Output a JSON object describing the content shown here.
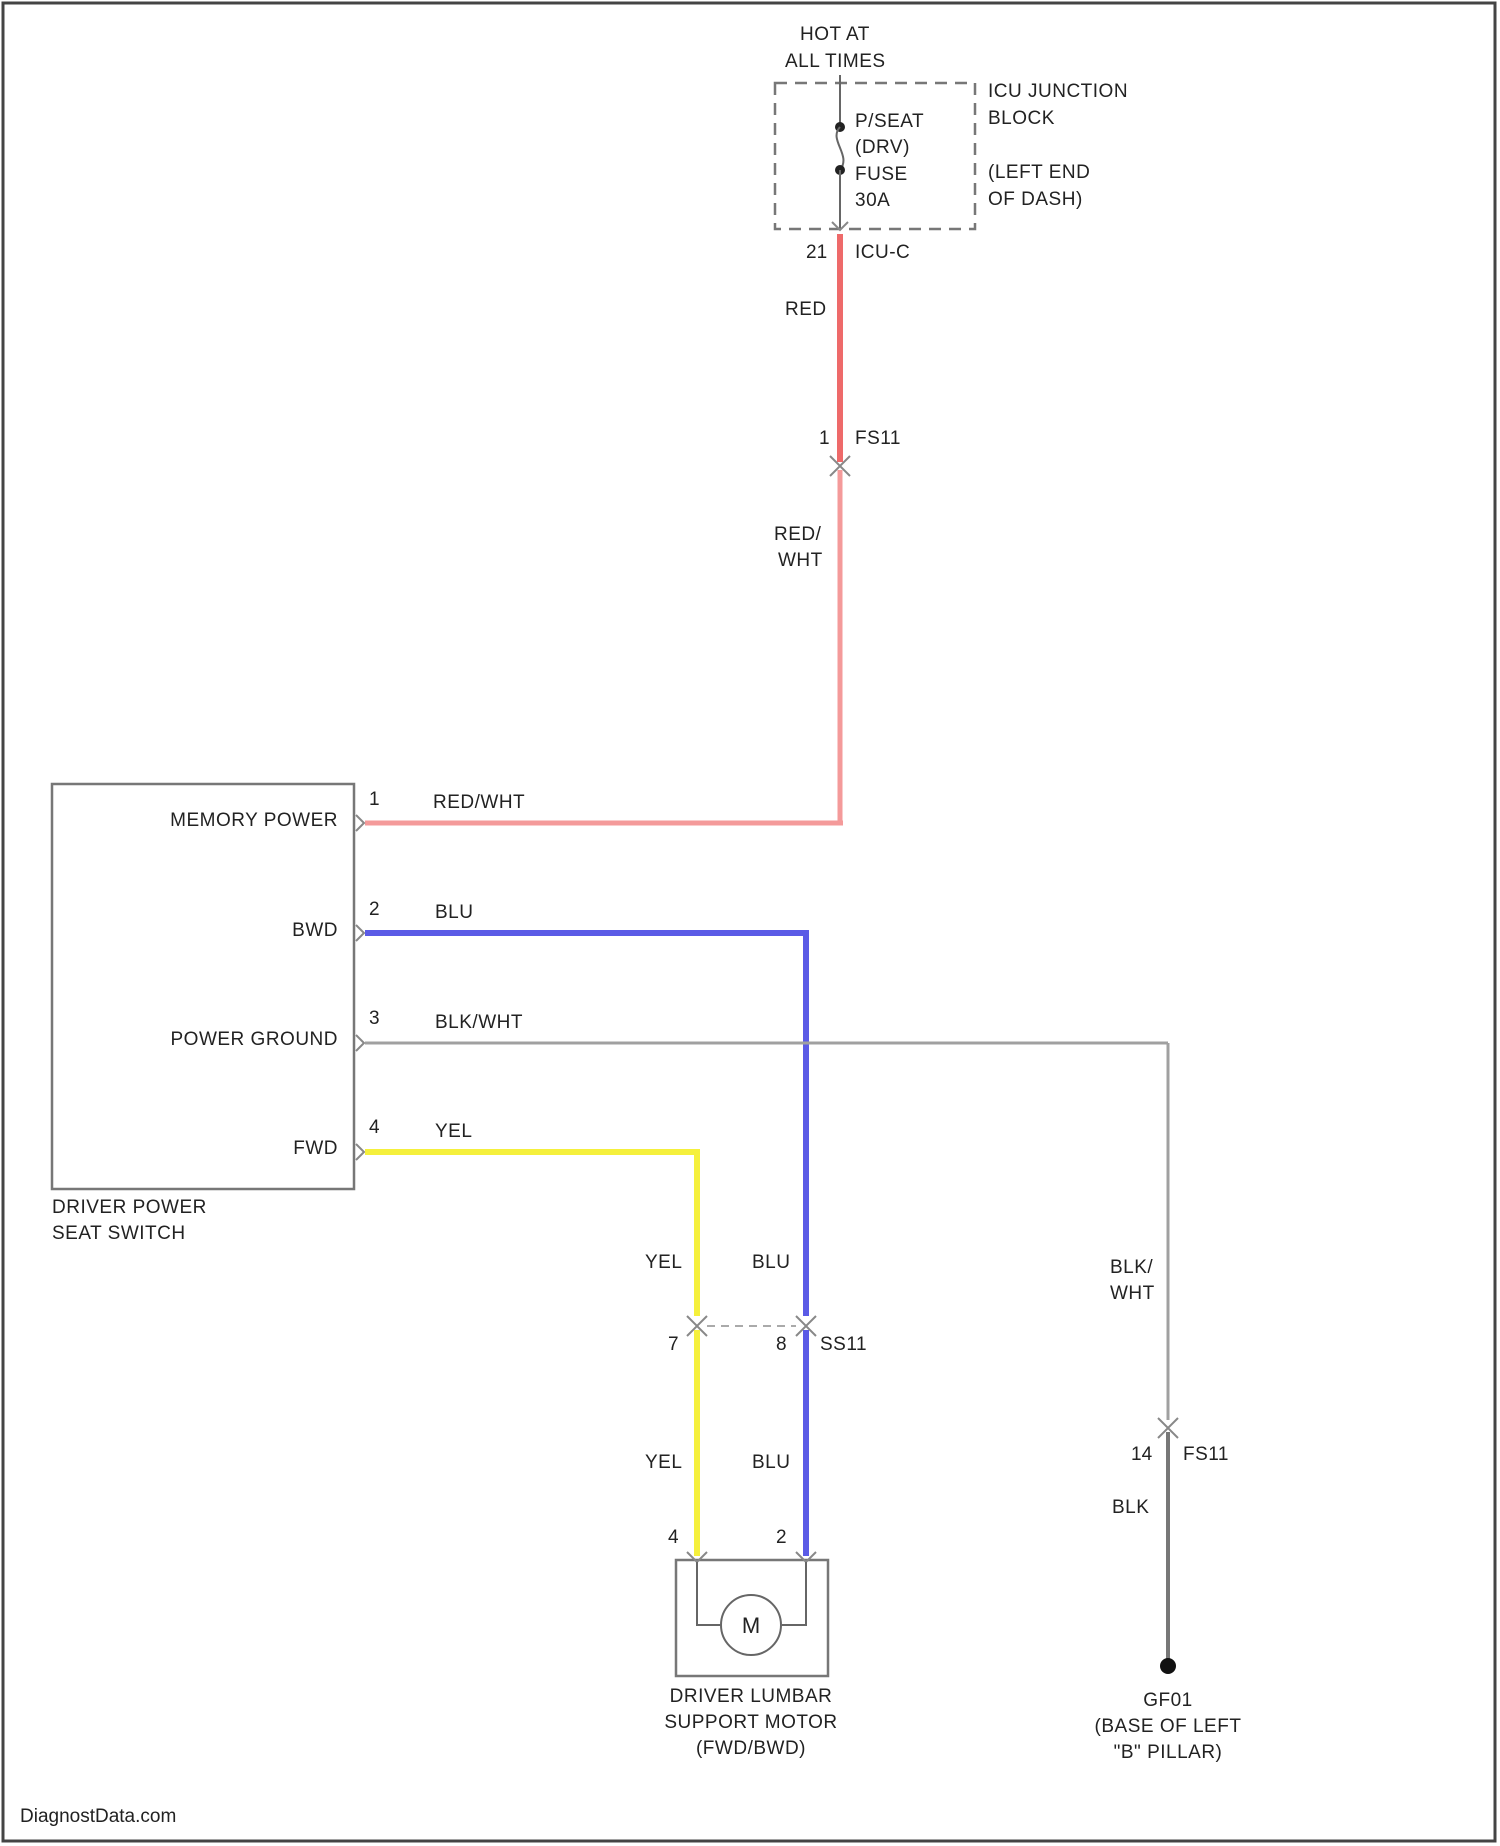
{
  "power_source": {
    "hot_line1": "HOT AT",
    "hot_line2": "ALL TIMES",
    "junction_line1": "ICU JUNCTION",
    "junction_line2": "BLOCK",
    "location_line1": "(LEFT END",
    "location_line2": "OF DASH)",
    "fuse_line1": "P/SEAT",
    "fuse_line2": "(DRV)",
    "fuse_line3": "FUSE",
    "fuse_line4": "30A",
    "output_pin": "21",
    "output_connector": "ICU-C"
  },
  "connectors": {
    "fs11_top_pin": "1",
    "fs11_top_name": "FS11",
    "fs11_bottom_pin": "14",
    "fs11_bottom_name": "FS11",
    "ss11_pin_a": "7",
    "ss11_pin_b": "8",
    "ss11_name": "SS11"
  },
  "wire_labels": {
    "red": "RED",
    "red_wht_1": "RED/",
    "red_wht_2": "WHT",
    "red_wht_inline": "RED/WHT",
    "blu_h": "BLU",
    "blk_wht_inline": "BLK/WHT",
    "yel_h": "YEL",
    "yel_v1": "YEL",
    "blu_v1": "BLU",
    "yel_v2": "YEL",
    "blu_v2": "BLU",
    "blk_wht_1": "BLK/",
    "blk_wht_2": "WHT",
    "blk": "BLK"
  },
  "switch": {
    "name_line1": "DRIVER POWER",
    "name_line2": "SEAT SWITCH",
    "pins": [
      {
        "num": "1",
        "label": "MEMORY POWER"
      },
      {
        "num": "2",
        "label": "BWD"
      },
      {
        "num": "3",
        "label": "POWER GROUND"
      },
      {
        "num": "4",
        "label": "FWD"
      }
    ]
  },
  "motor": {
    "pin_left": "4",
    "pin_right": "2",
    "symbol": "M",
    "name_line1": "DRIVER LUMBAR",
    "name_line2": "SUPPORT MOTOR",
    "name_line3": "(FWD/BWD)"
  },
  "ground": {
    "name": "GF01",
    "loc_line1": "(BASE OF LEFT",
    "loc_line2": "\"B\" PILLAR)"
  },
  "watermark": "DiagnostData.com",
  "colors": {
    "red_wire": "#f27b7b",
    "blue_wire": "#5b5be6",
    "yellow_wire": "#f5f03c",
    "gray_wire": "#9a9a9a",
    "outline": "#666666"
  }
}
